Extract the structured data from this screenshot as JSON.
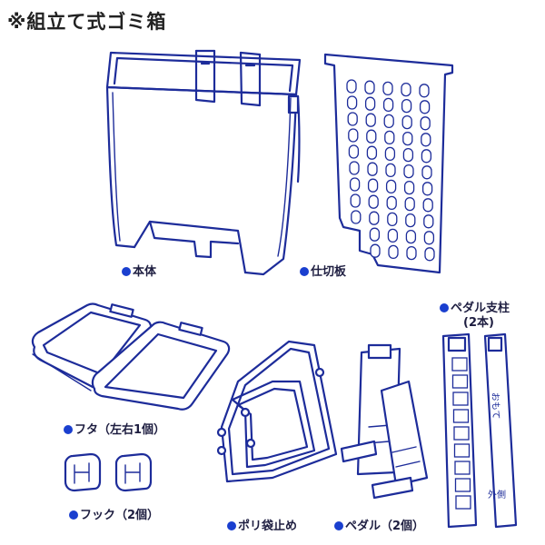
{
  "title": "※組立て式ゴミ箱",
  "accent_color": "#1d2c9a",
  "bullet_color": "#1a3fcf",
  "parts": {
    "body": "本体",
    "divider": "仕切板",
    "pedal_post": "ペダル支柱",
    "pedal_post_qty": "(2本)",
    "lid": "フタ（左右1個）",
    "hook": "フック（2個）",
    "bag_stopper": "ポリ袋止め",
    "pedal": "ペダル（2個）"
  },
  "post_markings": {
    "top": "おもて",
    "bottom": "外側"
  }
}
